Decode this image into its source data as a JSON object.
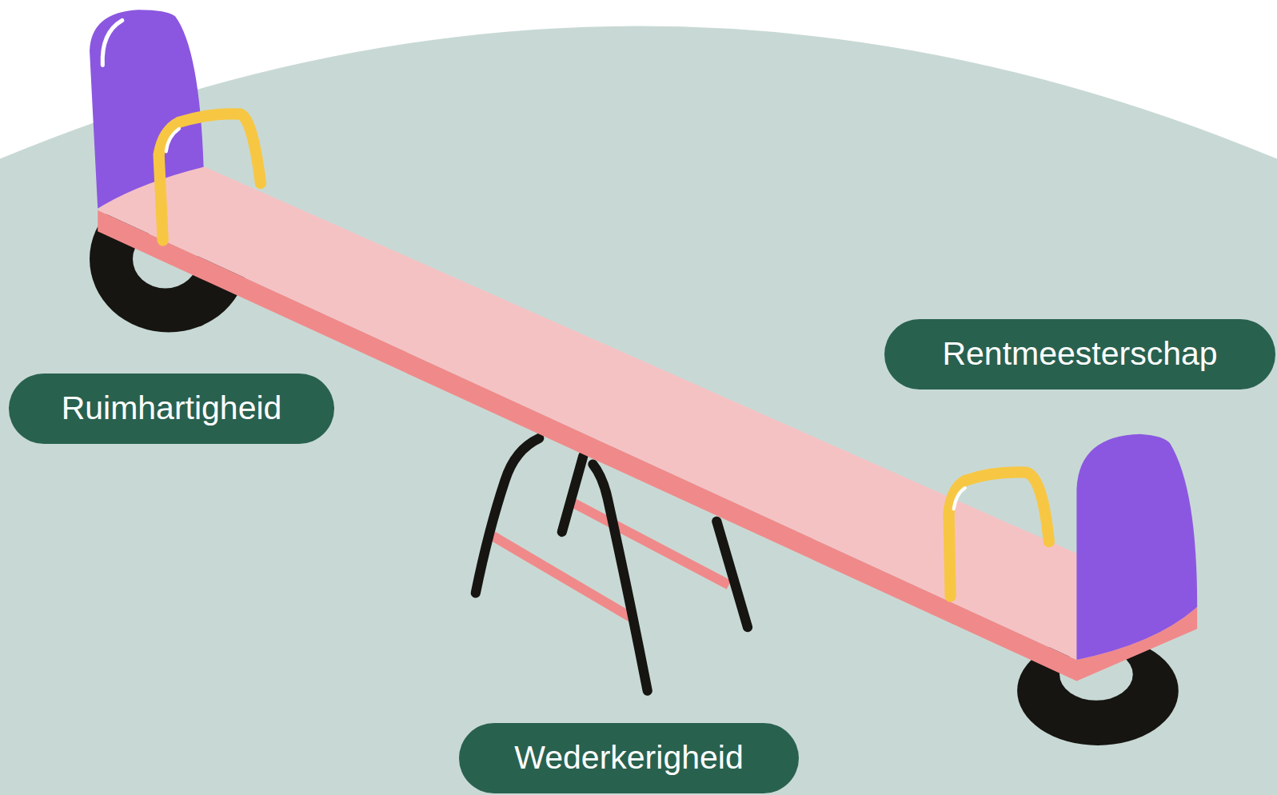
{
  "diagram": {
    "nodes": [
      {
        "text": [
          "Rentmeesterschap"
        ]
      },
      {
        "text": [
          "Ruimhartigheid"
        ]
      },
      {
        "text": [
          "Wederkerigheid"
        ]
      }
    ]
  }
}
